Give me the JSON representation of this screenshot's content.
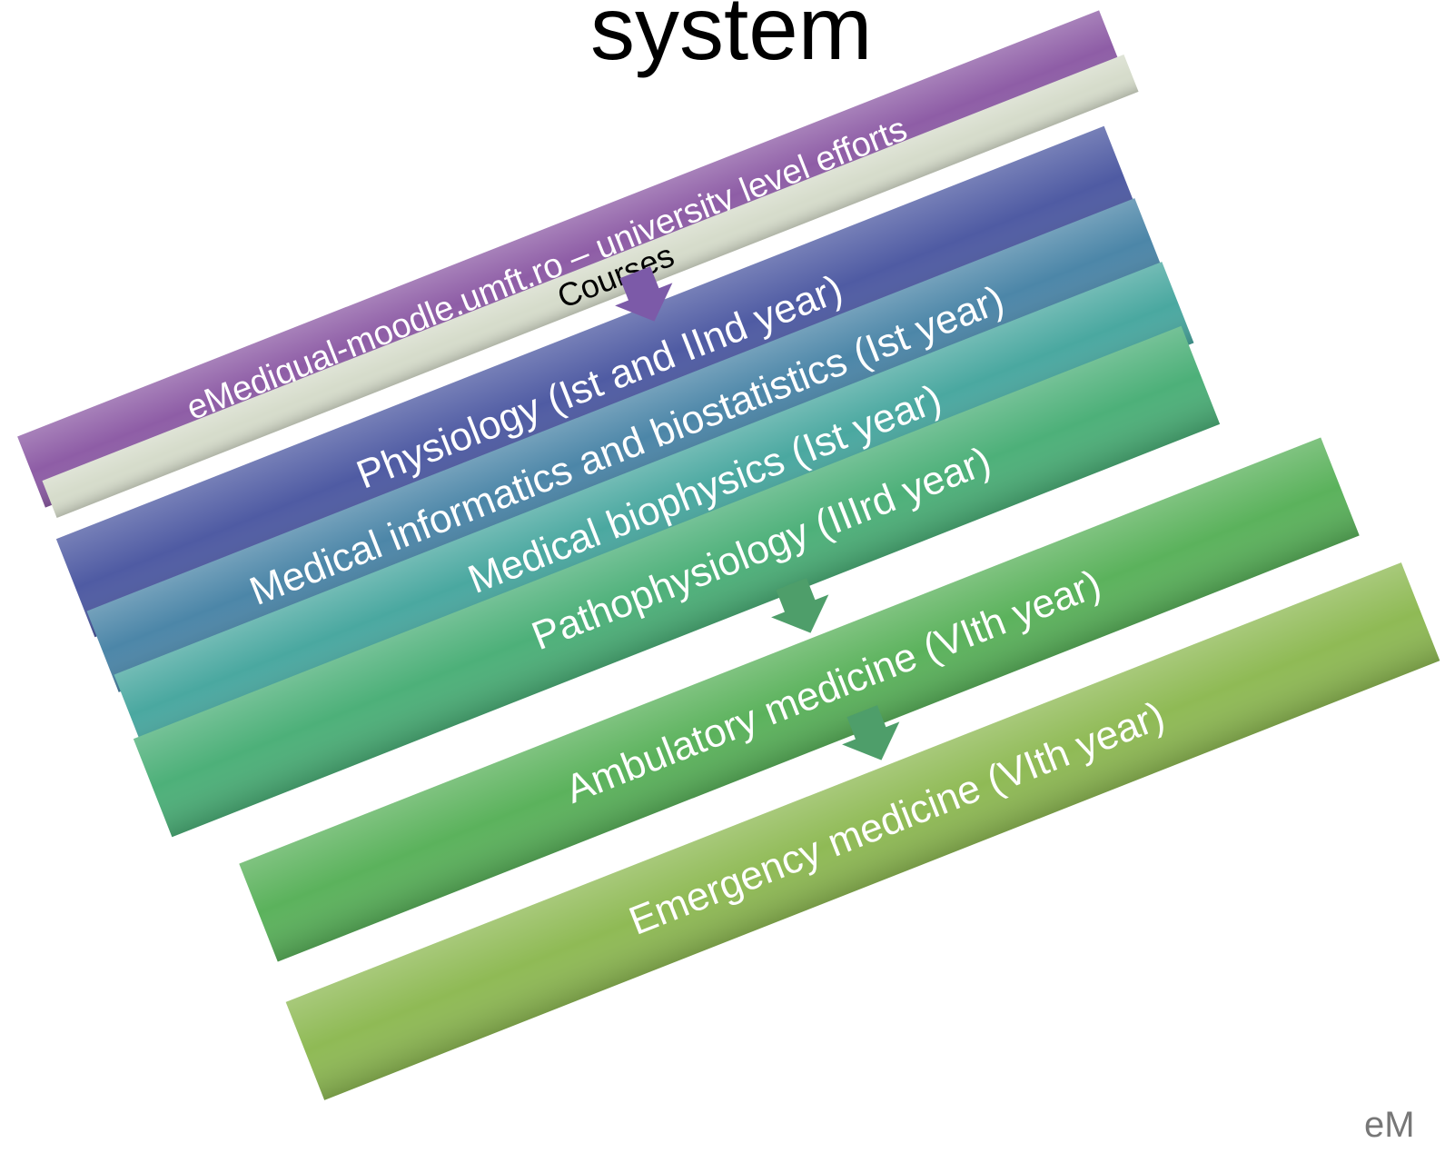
{
  "title": "system",
  "footer_fragment": "eM",
  "top_band": {
    "label": "eMediqual-moodle.umft.ro – university level efforts",
    "color": "#8E5DA6"
  },
  "courses_band": {
    "label": "Courses",
    "color": "#D6DCCB"
  },
  "bands": [
    {
      "label": "Physiology (Ist and IInd year)",
      "color": "#4F5BA3"
    },
    {
      "label": "Medical informatics and biostatistics (Ist year)",
      "color": "#4C86A8"
    },
    {
      "label": "Medical biophysics (Ist year)",
      "color": "#4AA8A0"
    },
    {
      "label": "Pathophysiology (IIIrd year)",
      "color": "#4DB079"
    },
    {
      "label": "Ambulatory medicine (VIth year)",
      "color": "#5BB25C"
    },
    {
      "label": "Emergency medicine (VIth year)",
      "color": "#8FBA55"
    }
  ],
  "arrow_colors": [
    "#7C5AA8",
    "#4E9E6A",
    "#4E9E6A"
  ]
}
